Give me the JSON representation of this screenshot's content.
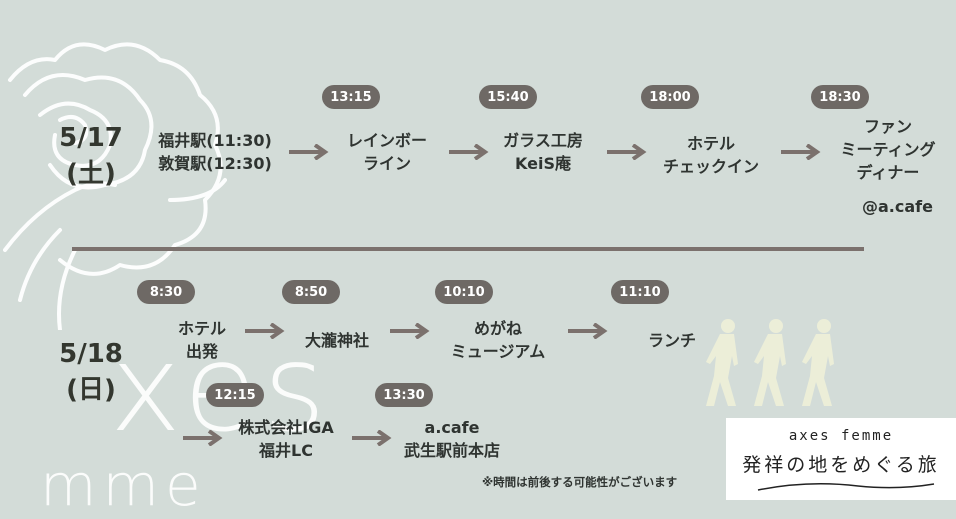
{
  "background_word": {
    "line1": "xes",
    "line2": "mme"
  },
  "day1": {
    "date": "5/17",
    "weekday": "(土)",
    "stops": [
      {
        "time": "",
        "label": "福井駅(11:30)\n敦賀駅(12:30)"
      },
      {
        "time": "13:15",
        "label": "レインボー\nライン"
      },
      {
        "time": "15:40",
        "label": "ガラス工房\nKeiS庵"
      },
      {
        "time": "18:00",
        "label": "ホテル\nチェックイン"
      },
      {
        "time": "18:30",
        "label": "ファン\nミーティング\nディナー"
      }
    ],
    "venue": "@a.cafe"
  },
  "day2": {
    "date": "5/18",
    "weekday": "(日)",
    "row1": [
      {
        "time": "8:30",
        "label": "ホテル\n出発"
      },
      {
        "time": "8:50",
        "label": "大瀧神社"
      },
      {
        "time": "10:10",
        "label": "めがね\nミュージアム"
      },
      {
        "time": "11:10",
        "label": "ランチ"
      }
    ],
    "row2": [
      {
        "time": "12:15",
        "label": "株式会社IGA\n福井LC"
      },
      {
        "time": "13:30",
        "label": "a.cafe\n武生駅前本店"
      }
    ]
  },
  "note": "※時間は前後する可能性がございます",
  "logo": {
    "line1": "axes femme",
    "line2": "発祥の地をめぐる旅"
  },
  "colors": {
    "background": "#d3dcd8",
    "pill": "#6e6965",
    "arrow": "#7b716d",
    "text": "#2f3431",
    "divider": "#7b716d"
  }
}
